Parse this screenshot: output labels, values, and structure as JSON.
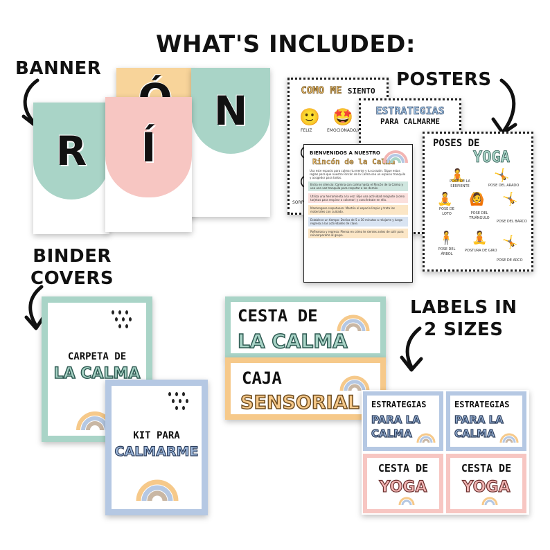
{
  "heading": "WHAT'S INCLUDED:",
  "sections": {
    "banner": "BANNER",
    "posters": "POSTERS",
    "binder_line1": "BINDER",
    "binder_line2": "COVERS",
    "labels_line1": "LABELS IN",
    "labels_line2": "2 SIZES"
  },
  "banner_letters": [
    "R",
    "Í",
    "Ó",
    "N"
  ],
  "poster_como": {
    "title_a": "COMO ME",
    "title_b": "SIENTO",
    "feel1": "FELIZ",
    "feel2": "EMOCIONADO/A",
    "feel3": "SORP"
  },
  "poster_estrategias": {
    "title": "ESTRATEGIAS",
    "subtitle": "PARA CALMARME"
  },
  "poster_rincon": {
    "pre": "BIENVENIDOS A NUESTRO",
    "title": "Rincón de la Calma",
    "intro": "Usa este espacio para calmar tu mente y tu corazón. Sigue estas reglas para que nuestro Rincón de la Calma sea un espacio tranquilo y acogedor para todos.",
    "rules": [
      "Entra en silencio: Camina con calma hasta el Rincón de la Calma y usa una voz tranquila para respetar a los demás.",
      "Utiliza una herramienta a la vez: Elije una actividad relajante (como tarjetas para respirar o colorear) y concéntrate en ella.",
      "Mantengase respetuoso: Mantén el espacio limpio y trata los materiales con cuidado.",
      "Establece un tiempo: Dedica de 5 a 10 minutos a relajarte y luego regresa a las actividades de clase.",
      "Reflexiona y regresa: Piensa en cómo te sientes antes de salir para reincorporarte al grupo."
    ]
  },
  "poster_yoga": {
    "title_a": "POSES DE",
    "title_b": "YOGA",
    "poses": [
      "POSE DE LA SERPIENTE",
      "POSE DEL ARADO",
      "POSE DE LOTO",
      "POSE DEL TRIÁNGULO",
      "POSE DEL BARCO",
      "POSE DEL ÁRBOL",
      "POSTURA DE GIRO",
      "POSE DE ARCO"
    ]
  },
  "binder1": {
    "line1": "CARPETA DE",
    "line2": "LA CALMA"
  },
  "binder2": {
    "line1": "KIT PARA",
    "line2": "CALMARME"
  },
  "label_large": [
    {
      "line1": "CESTA DE",
      "line2": "LA CALMA"
    },
    {
      "line1": "CAJA",
      "line2": "SENSORIAL"
    }
  ],
  "label_small": [
    {
      "line1": "ESTRATEGIAS",
      "line2": "PARA LA",
      "line3": "CALMA"
    },
    {
      "line1": "ESTRATEGIAS",
      "line2": "PARA LA",
      "line3": "CALMA"
    },
    {
      "line1": "CESTA DE",
      "line2": "YOGA"
    },
    {
      "line1": "CESTA DE",
      "line2": "YOGA"
    }
  ],
  "colors": {
    "teal": "#a9d4c7",
    "peach": "#f8d49a",
    "pink": "#f7c6c2",
    "blue": "#b5c8e3",
    "orange": "#f6c98a"
  }
}
